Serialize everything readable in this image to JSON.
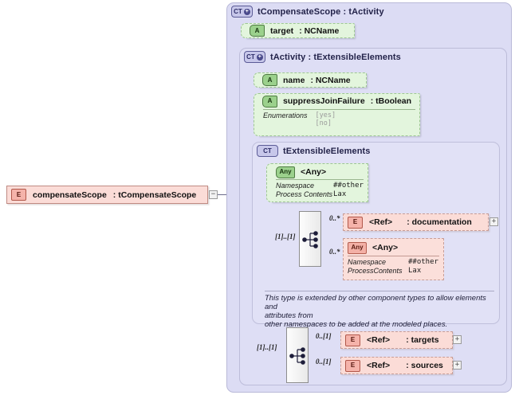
{
  "diagram": {
    "title": "compensateScope : tCompensateScope",
    "root_element": {
      "icon": "E",
      "name": "compensateScope",
      "type": ": tCompensateScope",
      "toggle": "−"
    },
    "outer_type": {
      "icon": "CT",
      "icon_badge": "+",
      "label": "tCompensateScope : tActivity"
    },
    "attr_target": {
      "icon": "A",
      "name": "target",
      "type": ": NCName"
    },
    "activity_type": {
      "icon": "CT",
      "icon_badge": "+",
      "label": "tActivity : tExtensibleElements"
    },
    "attr_name": {
      "icon": "A",
      "name": "name",
      "type": ": NCName"
    },
    "attr_suppress": {
      "icon": "A",
      "name": "suppressJoinFailure",
      "type": ": tBoolean",
      "enum_label": "Enumerations",
      "enum_values": [
        "[yes]",
        "[no]"
      ]
    },
    "extensible_type": {
      "icon": "CT",
      "label": "tExtensibleElements"
    },
    "any_green": {
      "icon": "Any",
      "title": "<Any>",
      "props": [
        {
          "key": "Namespace",
          "value": "##other"
        },
        {
          "key": "Process Contents",
          "value": "Lax"
        }
      ]
    },
    "sequence_inner": {
      "cardinality": "[1]..[1]",
      "icon": "sequence-icon"
    },
    "ref_documentation": {
      "icon": "E",
      "name": "<Ref>",
      "type": ": documentation",
      "cardinality": "0..*",
      "toggle": "+"
    },
    "any_pink": {
      "icon": "Any",
      "title": "<Any>",
      "cardinality": "0..*",
      "props": [
        {
          "key": "Namespace",
          "value": "##other"
        },
        {
          "key": "ProcessContents",
          "value": "Lax"
        }
      ]
    },
    "annotation": {
      "line1": "This type is extended by other component types to allow elements and",
      "line2": "attributes from",
      "line3": "other namespaces to be added at the modeled places."
    },
    "sequence_outer": {
      "cardinality": "[1]..[1]",
      "icon": "sequence-icon"
    },
    "ref_targets": {
      "icon": "E",
      "name": "<Ref>",
      "type": ": targets",
      "cardinality": "0..[1]",
      "toggle": "+"
    },
    "ref_sources": {
      "icon": "E",
      "name": "<Ref>",
      "type": ": sources",
      "cardinality": "0..[1]",
      "toggle": "+"
    },
    "colors": {
      "container_bg": "#dcdcf4",
      "container_border": "#b9b9d8",
      "attribute_bg": "#e3f5dd",
      "attribute_border": "#9ec793",
      "element_bg": "#fbdcd7",
      "element_border": "#c89d96",
      "element_icon_bg": "#f5b3aa",
      "attr_icon_bg": "#9bd18c",
      "ct_icon_bg": "#c7c7ea",
      "wire": "#6b6b8c"
    }
  }
}
